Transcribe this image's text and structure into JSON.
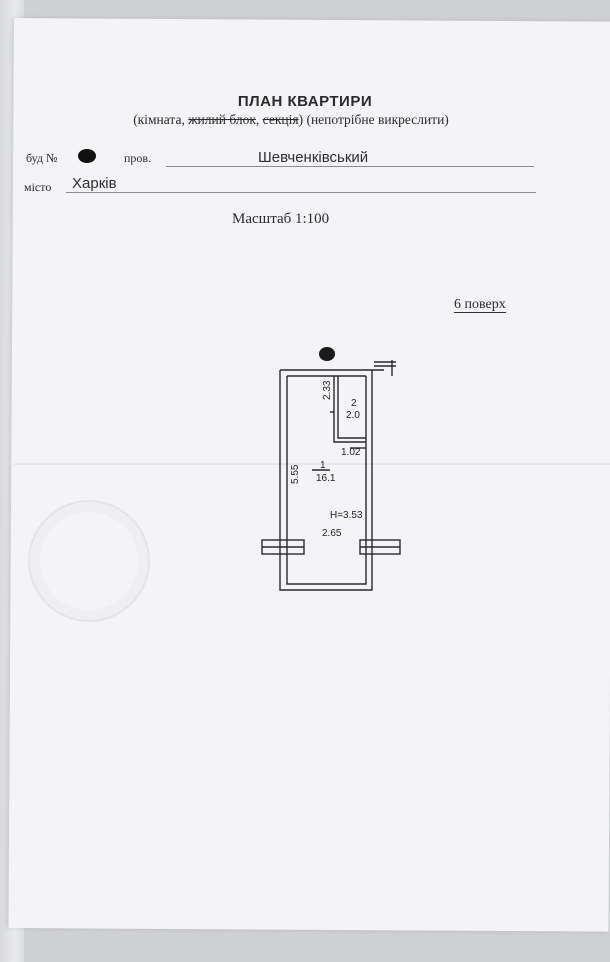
{
  "document": {
    "title": "ПЛАН КВАРТИРИ",
    "subtitle_open": "(кімната, ",
    "subtitle_strike_1": "жилий блок",
    "subtitle_comma": ", ",
    "subtitle_strike_2": "секція",
    "subtitle_close": ") (непотрібне викреслити)",
    "building_label": "буд №",
    "lane_label": "пров.",
    "lane_value": "Шевченківський",
    "city_label": "місто",
    "city_value": "Харків",
    "scale": "Масштаб 1:100",
    "floor": "6 поверх"
  },
  "plan": {
    "rooms": [
      {
        "number": "1",
        "area": "16.1"
      },
      {
        "number": "2",
        "area": "2.0"
      }
    ],
    "dimensions": {
      "room2_height": "2.33",
      "room2_width": "1.02",
      "room1_length": "5.55",
      "room1_width": "2.65",
      "ceiling_height": "H=3.53"
    }
  },
  "colors": {
    "paper": "#f4f4f6",
    "ink": "#2a2a2e",
    "background": "#cfd0d2"
  }
}
